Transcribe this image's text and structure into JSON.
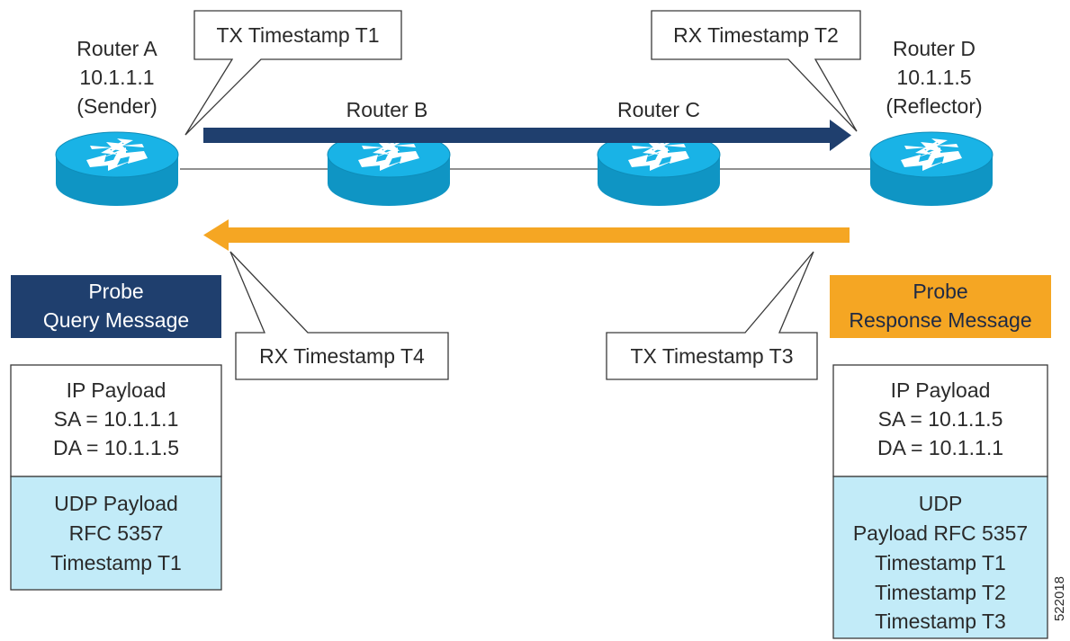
{
  "routers": {
    "a": {
      "name": "Router A",
      "ip": "10.1.1.1",
      "role": "(Sender)"
    },
    "b": {
      "name": "Router B"
    },
    "c": {
      "name": "Router C"
    },
    "d": {
      "name": "Router D",
      "ip": "10.1.1.5",
      "role": "(Reflector)"
    }
  },
  "callouts": {
    "t1": "TX Timestamp T1",
    "t2": "RX Timestamp T2",
    "t3": "TX Timestamp T3",
    "t4": "RX Timestamp T4"
  },
  "query": {
    "title": [
      "Probe",
      "Query Message"
    ],
    "ip": [
      "IP Payload",
      "SA = 10.1.1.1",
      "DA = 10.1.1.5"
    ],
    "udp": [
      "UDP Payload",
      "RFC 5357",
      "Timestamp T1"
    ]
  },
  "response": {
    "title": [
      "Probe",
      "Response Message"
    ],
    "ip": [
      "IP Payload",
      "SA = 10.1.1.5",
      "DA = 10.1.1.1"
    ],
    "udp": [
      "UDP",
      "Payload RFC 5357",
      "Timestamp T1",
      "Timestamp T2",
      "Timestamp T3"
    ]
  },
  "figure_id": "522018",
  "colors": {
    "forward_arrow": "#1f3f6e",
    "return_arrow": "#f5a623",
    "router_fill": "#19b3e6",
    "router_dark": "#0f95c4",
    "query_box": "#1f3f6e",
    "response_box": "#f5a623",
    "udp_fill": "#c2ebf8"
  }
}
